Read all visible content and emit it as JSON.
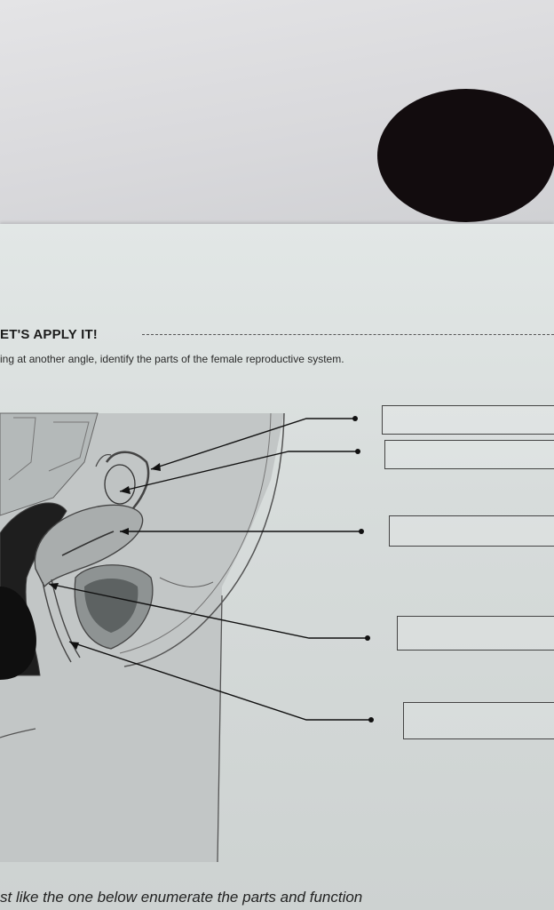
{
  "worksheet": {
    "heading": "ET'S APPLY IT!",
    "instruction": "ing at another angle, identify the parts of the female reproductive system.",
    "footer_text": "st like the one below enumerate the parts and function"
  },
  "answer_boxes": [
    "",
    "",
    "",
    "",
    ""
  ]
}
